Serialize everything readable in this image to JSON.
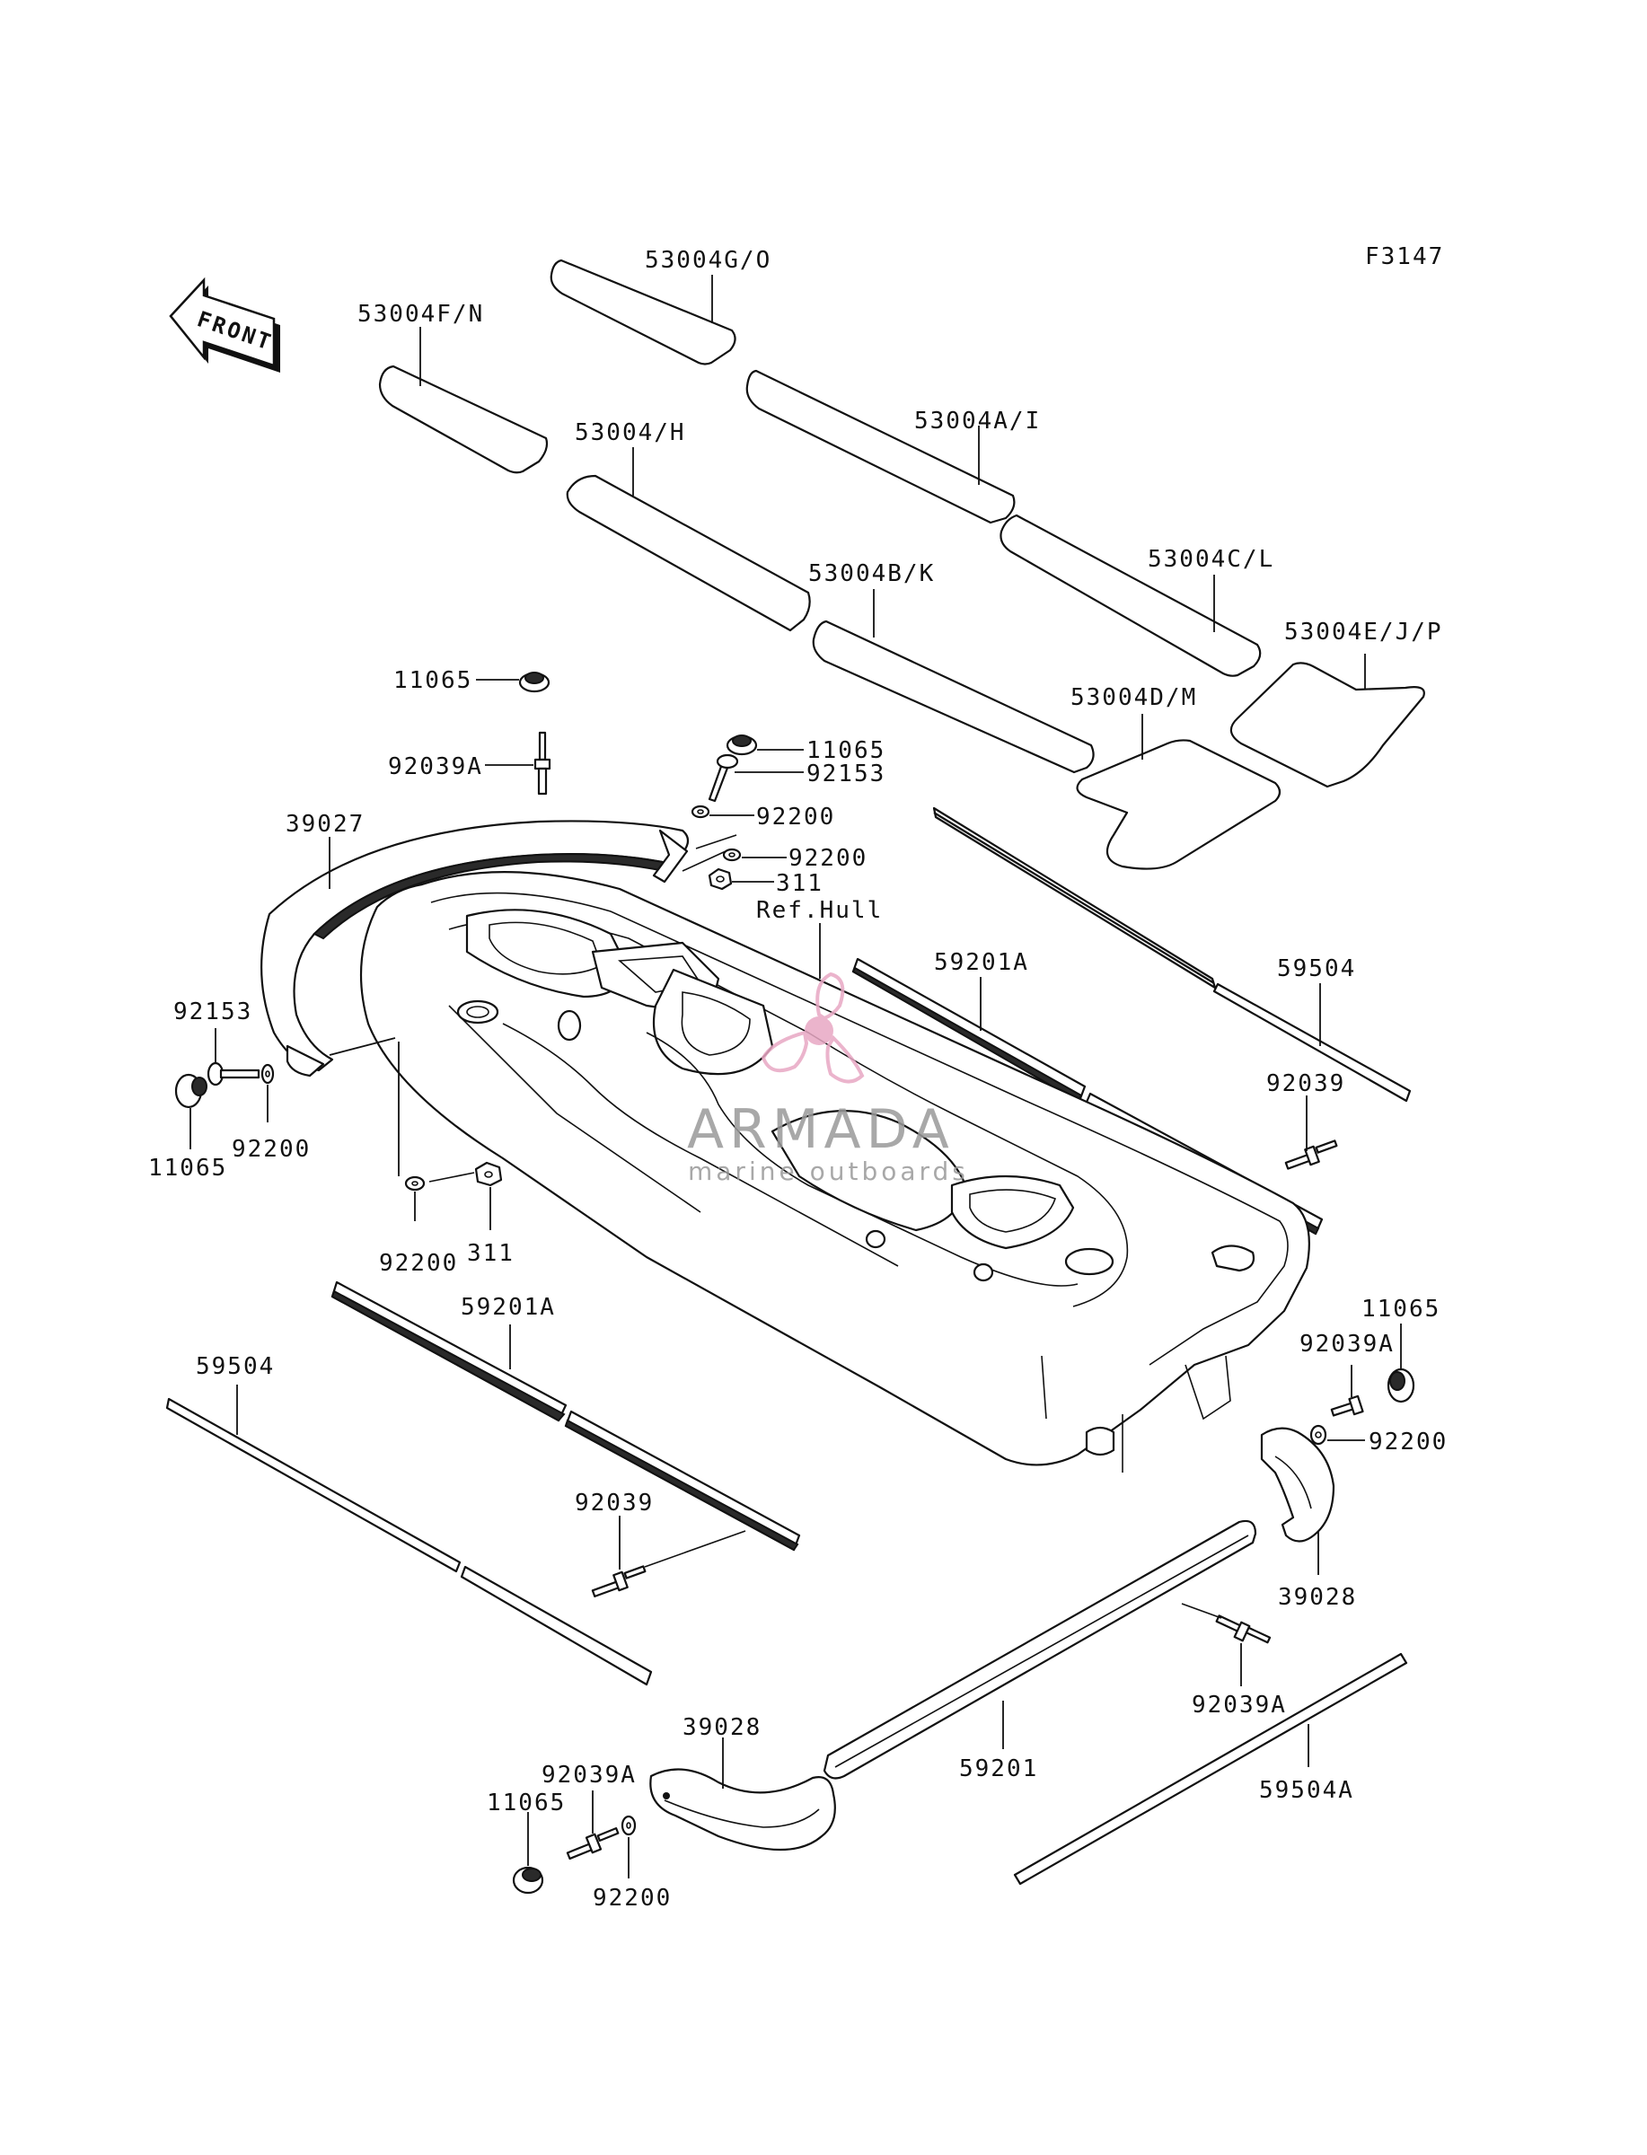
{
  "figure_code": "F3147",
  "front_label": "FRONT",
  "hull_ref": "Ref.Hull",
  "watermark": {
    "brand": "ARMADA",
    "tagline": "marine outboards",
    "brand_color": "#9a9a9a",
    "logo_color": "#e8a8c4"
  },
  "labels": {
    "mat_g_o": "53004G/O",
    "mat_f_n": "53004F/N",
    "mat_a_i": "53004A/I",
    "mat_h": "53004/H",
    "mat_c_l": "53004C/L",
    "mat_b_k": "53004B/K",
    "mat_e_j_p": "53004E/J/P",
    "mat_d_m": "53004D/M",
    "cap_top": "11065",
    "rivet_top": "92039A",
    "cap_right_top": "11065",
    "bolt_right_top": "92153",
    "washer_top_1": "92200",
    "washer_top_2": "92200",
    "nut_top": "311",
    "bumper_front": "39027",
    "bolt_left": "92153",
    "cap_left": "11065",
    "washer_left": "92200",
    "washer_mid": "92200",
    "nut_mid": "311",
    "rail_upper_right": "59201A",
    "strip_right": "59504",
    "rivet_right": "92039",
    "cap_right": "11065",
    "rivet_right_a": "92039A",
    "washer_right": "92200",
    "rear_bumper_right": "39028",
    "rail_left": "59201A",
    "strip_left": "59504",
    "rivet_left": "92039",
    "rivet_bottom_right": "92039A",
    "rear_bumper_bottom": "39028",
    "rivet_bottom_left": "92039A",
    "cap_bottom": "11065",
    "washer_bottom": "92200",
    "rail_bottom": "59201",
    "strip_bottom": "59504A"
  }
}
